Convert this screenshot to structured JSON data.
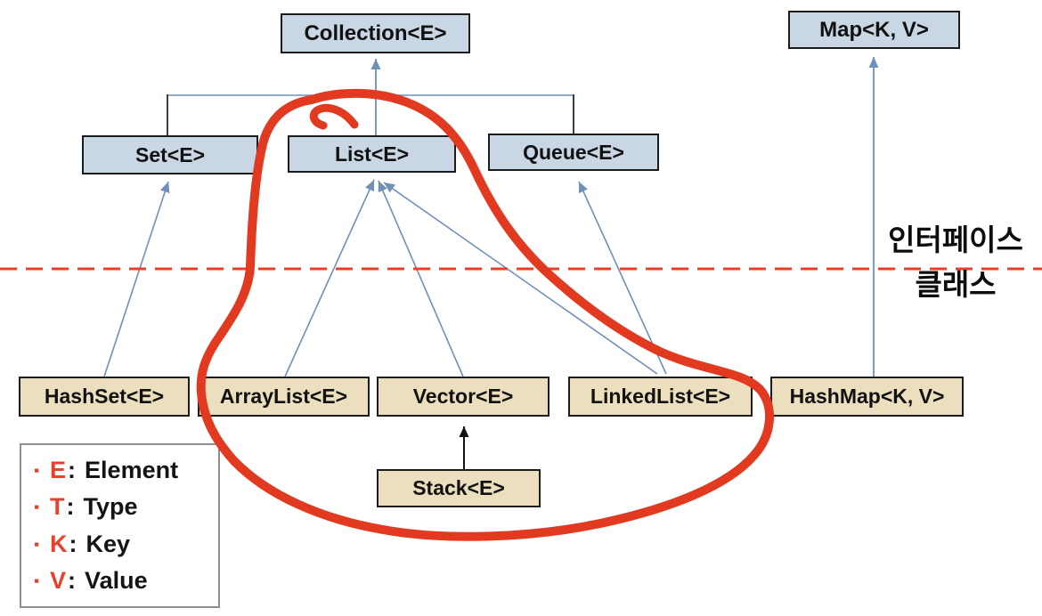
{
  "boxes": {
    "collection": {
      "label": "Collection<E>",
      "kind": "interface"
    },
    "map": {
      "label": "Map<K, V>",
      "kind": "interface"
    },
    "set": {
      "label": "Set<E>",
      "kind": "interface"
    },
    "list": {
      "label": "List<E>",
      "kind": "interface"
    },
    "queue": {
      "label": "Queue<E>",
      "kind": "interface"
    },
    "hashset": {
      "label": "HashSet<E>",
      "kind": "class"
    },
    "arraylist": {
      "label": "ArrayList<E>",
      "kind": "class"
    },
    "vector": {
      "label": "Vector<E>",
      "kind": "class"
    },
    "linkedlist": {
      "label": "LinkedList<E>",
      "kind": "class"
    },
    "hashmap": {
      "label": "HashMap<K, V>",
      "kind": "class"
    },
    "stack": {
      "label": "Stack<E>",
      "kind": "class"
    }
  },
  "edges": [
    {
      "from": "Set<E>",
      "to": "Collection<E>"
    },
    {
      "from": "List<E>",
      "to": "Collection<E>"
    },
    {
      "from": "Queue<E>",
      "to": "Collection<E>"
    },
    {
      "from": "HashSet<E>",
      "to": "Set<E>"
    },
    {
      "from": "ArrayList<E>",
      "to": "List<E>"
    },
    {
      "from": "Vector<E>",
      "to": "List<E>"
    },
    {
      "from": "LinkedList<E>",
      "to": "List<E>"
    },
    {
      "from": "LinkedList<E>",
      "to": "Queue<E>"
    },
    {
      "from": "Stack<E>",
      "to": "Vector<E>"
    },
    {
      "from": "HashMap<K, V>",
      "to": "Map<K, V>"
    }
  ],
  "region_labels": {
    "interface": "인터페이스",
    "class": "클래스"
  },
  "legend": {
    "bullet": "▪",
    "separator": ":",
    "items": [
      {
        "key": "E",
        "desc": "Element"
      },
      {
        "key": "T",
        "desc": "Type"
      },
      {
        "key": "K",
        "desc": "Key"
      },
      {
        "key": "V",
        "desc": "Value"
      }
    ]
  },
  "annotation": {
    "type": "hand-drawn red circle",
    "encloses": [
      "List<E>",
      "ArrayList<E>",
      "Vector<E>",
      "Stack<E>",
      "LinkedList<E>"
    ],
    "color": "#e23a20"
  },
  "colors": {
    "interface_box_fill": "#c9d7e4",
    "class_box_fill": "#ecdfbe",
    "box_border": "#1c1c1c",
    "arrow_blue": "#7090b8",
    "connector_dark": "#2a2a2a",
    "stack_arrow": "#111111",
    "divider_dashed": "#e8402a",
    "legend_accent": "#e8402a"
  }
}
